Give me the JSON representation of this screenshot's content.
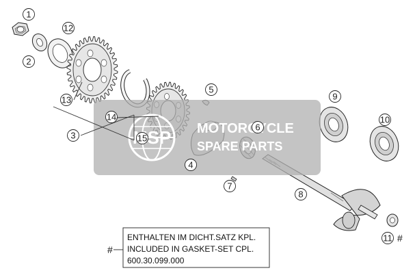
{
  "callouts": {
    "c1": "1",
    "c2": "2",
    "c3": "3",
    "c4": "4",
    "c5": "5",
    "c6": "6",
    "c7": "7",
    "c8": "8",
    "c9": "9",
    "c10": "10",
    "c11": "11",
    "c12": "12",
    "c13": "13",
    "c14": "14",
    "c15": "15"
  },
  "note": {
    "line1": "ENTHALTEN IM DICHT.SATZ KPL.",
    "line2": "INCLUDED IN GASKET-SET CPL.",
    "line3": "600.30.099.000"
  },
  "hash_left": "#",
  "hash_right": "#",
  "watermark": {
    "logo_text": "MSP",
    "line1": "MOTORCYCLE",
    "line2": "SPARE PARTS",
    "overlay_color": "#b0b0b0"
  }
}
